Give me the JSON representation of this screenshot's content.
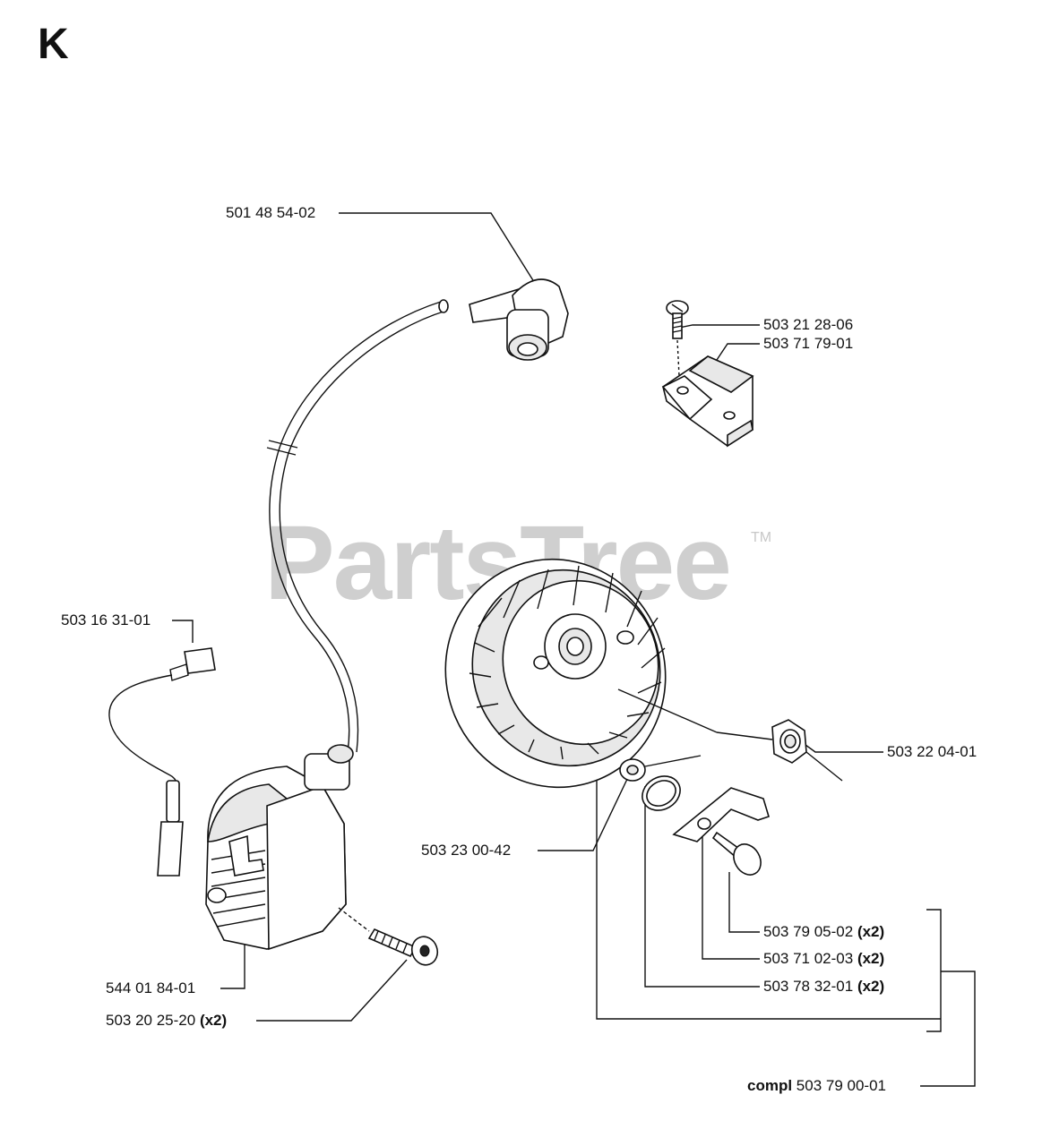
{
  "section": "K",
  "watermark": {
    "text": "PartsTree",
    "tm": "TM"
  },
  "parts": [
    {
      "number": "501 48 54-02",
      "qty": "",
      "prefix": ""
    },
    {
      "number": "503 21 28-06",
      "qty": "",
      "prefix": ""
    },
    {
      "number": "503 71 79-01",
      "qty": "",
      "prefix": ""
    },
    {
      "number": "503 16 31-01",
      "qty": "",
      "prefix": ""
    },
    {
      "number": "503 22 04-01",
      "qty": "",
      "prefix": ""
    },
    {
      "number": "503 23 00-42",
      "qty": "",
      "prefix": ""
    },
    {
      "number": "503 79 05-02",
      "qty": "(x2)",
      "prefix": ""
    },
    {
      "number": "503 71 02-03",
      "qty": "(x2)",
      "prefix": ""
    },
    {
      "number": "503 78 32-01",
      "qty": "(x2)",
      "prefix": ""
    },
    {
      "number": "544 01 84-01",
      "qty": "",
      "prefix": ""
    },
    {
      "number": "503 20 25-20",
      "qty": "(x2)",
      "prefix": ""
    },
    {
      "number": "503 79 00-01",
      "qty": "",
      "prefix": "compl"
    }
  ]
}
